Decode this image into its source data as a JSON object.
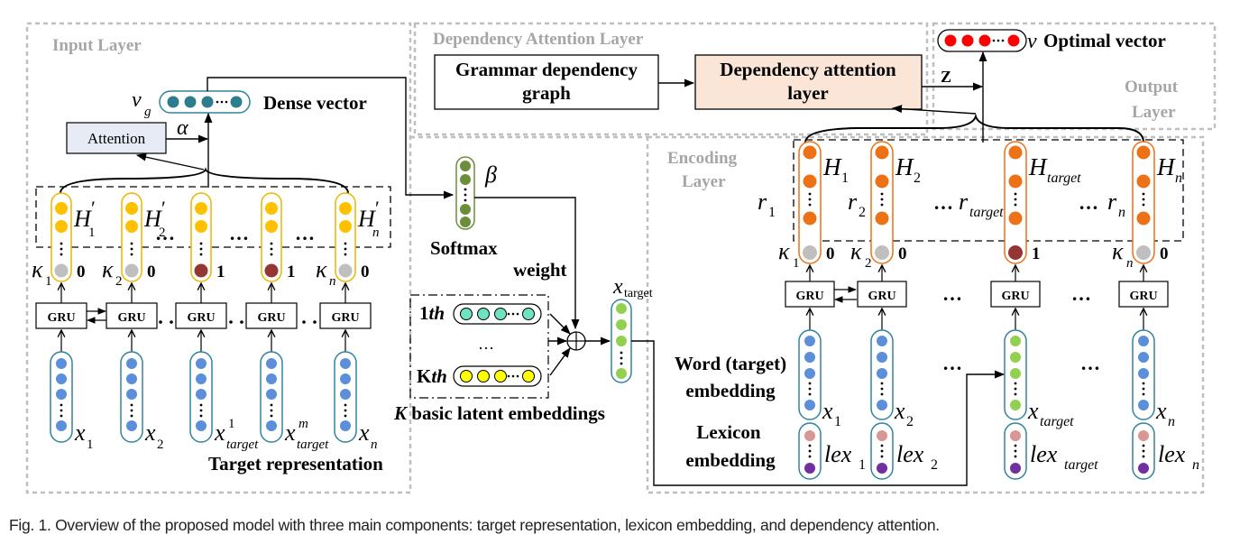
{
  "regions": {
    "input_layer": "Input Layer",
    "dependency_attention_layer": "Dependency Attention Layer",
    "output_layer_line1": "Output",
    "output_layer_line2": "Layer",
    "encoding_layer_line1": "Encoding",
    "encoding_layer_line2": "Layer"
  },
  "input": {
    "attention_box": "Attention",
    "alpha": "α",
    "vg_symbol": "v",
    "vg_sub": "g",
    "dense_vector_label": "Dense vector",
    "gru_label": "GRU",
    "hidden": [
      {
        "main": "H",
        "sub": "1",
        "prime": "′",
        "kappa": "κ",
        "kappa_sub": "1",
        "flag": "0"
      },
      {
        "main": "H",
        "sub": "2",
        "prime": "′",
        "kappa": "κ",
        "kappa_sub": "2",
        "flag": "0"
      },
      {
        "main": "",
        "sub": "",
        "prime": "",
        "kappa": "",
        "kappa_sub": "",
        "flag": "1"
      },
      {
        "main": "",
        "sub": "",
        "prime": "",
        "kappa": "",
        "kappa_sub": "",
        "flag": "1"
      },
      {
        "main": "H",
        "sub": "n",
        "prime": "′",
        "kappa": "κ",
        "kappa_sub": "n",
        "flag": "0"
      }
    ],
    "inputs": [
      {
        "main": "x",
        "sub": "1",
        "sup": ""
      },
      {
        "main": "x",
        "sub": "2",
        "sup": ""
      },
      {
        "main": "x",
        "sub": "target",
        "sup": "1"
      },
      {
        "main": "x",
        "sub": "target",
        "sup": "m"
      },
      {
        "main": "x",
        "sub": "n",
        "sup": ""
      }
    ],
    "ellipsis": "…",
    "target_representation_label": "Target representation"
  },
  "latent": {
    "beta": "β",
    "softmax_label": "Softmax",
    "weight_label": "weight",
    "first_label_num": "1",
    "first_label_suffix": "th",
    "middle_ellipsis": "…",
    "kth_label_num": "K",
    "kth_label_suffix": "th",
    "k_letter": "K",
    "basic_latent_label": " basic latent embeddings",
    "xtarget_main": "x",
    "xtarget_sub": "target"
  },
  "dependency": {
    "grammar_box_line1": "Grammar dependency",
    "grammar_box_line2": "graph",
    "dep_attention_line1": "Dependency attention",
    "dep_attention_line2": "layer",
    "z_label": "Z"
  },
  "output": {
    "v_symbol": "v",
    "optimal_vector_label": "Optimal vector"
  },
  "encoding": {
    "gru_label": "GRU",
    "columns": [
      {
        "h_main": "H",
        "h_sub": "1",
        "r_main": "r",
        "r_sub": "1",
        "kappa": "κ",
        "kappa_sub": "1",
        "flag": "0",
        "x_main": "x",
        "x_sub": "1",
        "lex_main": "lex",
        "lex_sub": "1"
      },
      {
        "h_main": "H",
        "h_sub": "2",
        "r_main": "r",
        "r_sub": "2",
        "kappa": "κ",
        "kappa_sub": "2",
        "flag": "0",
        "x_main": "x",
        "x_sub": "2",
        "lex_main": "lex",
        "lex_sub": "2"
      },
      {
        "h_main": "H",
        "h_sub": "target",
        "r_main": "r",
        "r_sub": "target",
        "kappa": "",
        "kappa_sub": "",
        "flag": "1",
        "x_main": "x",
        "x_sub": "target",
        "lex_main": "lex",
        "lex_sub": "target"
      },
      {
        "h_main": "H",
        "h_sub": "n",
        "r_main": "r",
        "r_sub": "n",
        "kappa": "κ",
        "kappa_sub": "n",
        "flag": "0",
        "x_main": "x",
        "x_sub": "n",
        "lex_main": "lex",
        "lex_sub": "n"
      }
    ],
    "ellipsis": "…",
    "word_embedding_line1": "Word (target)",
    "word_embedding_line2": "embedding",
    "lexicon_embedding_line1": "Lexicon",
    "lexicon_embedding_line2": "embedding"
  },
  "caption": "Fig. 1. Overview of the proposed model with three main components: target representation, lexicon embedding, and dependency attention.",
  "colors": {
    "region_border": "#bfbfbf",
    "dense_vector_dot": "#2e7d8f",
    "hidden_dot_input": "#ffc000",
    "hidden_outline_input": "#f0b400",
    "hidden_dot_encoding": "#ed7117",
    "flag_zero_dot": "#bfbfbf",
    "flag_one_dot": "#943634",
    "word_dot": "#5b8fd9",
    "target_dot": "#92d050",
    "softmax_dot": "#6b8e3a",
    "latent_1th_dot": "#6fe3c0",
    "latent_kth_dot": "#ffff00",
    "lex_top_dot": "#d99694",
    "lex_bottom_dot": "#7030a0",
    "optimal_dot": "#ff0000",
    "attention_fill": "#e6ebf5",
    "dep_attention_fill": "#fbe5d6",
    "vector_outline": "#31849b"
  }
}
